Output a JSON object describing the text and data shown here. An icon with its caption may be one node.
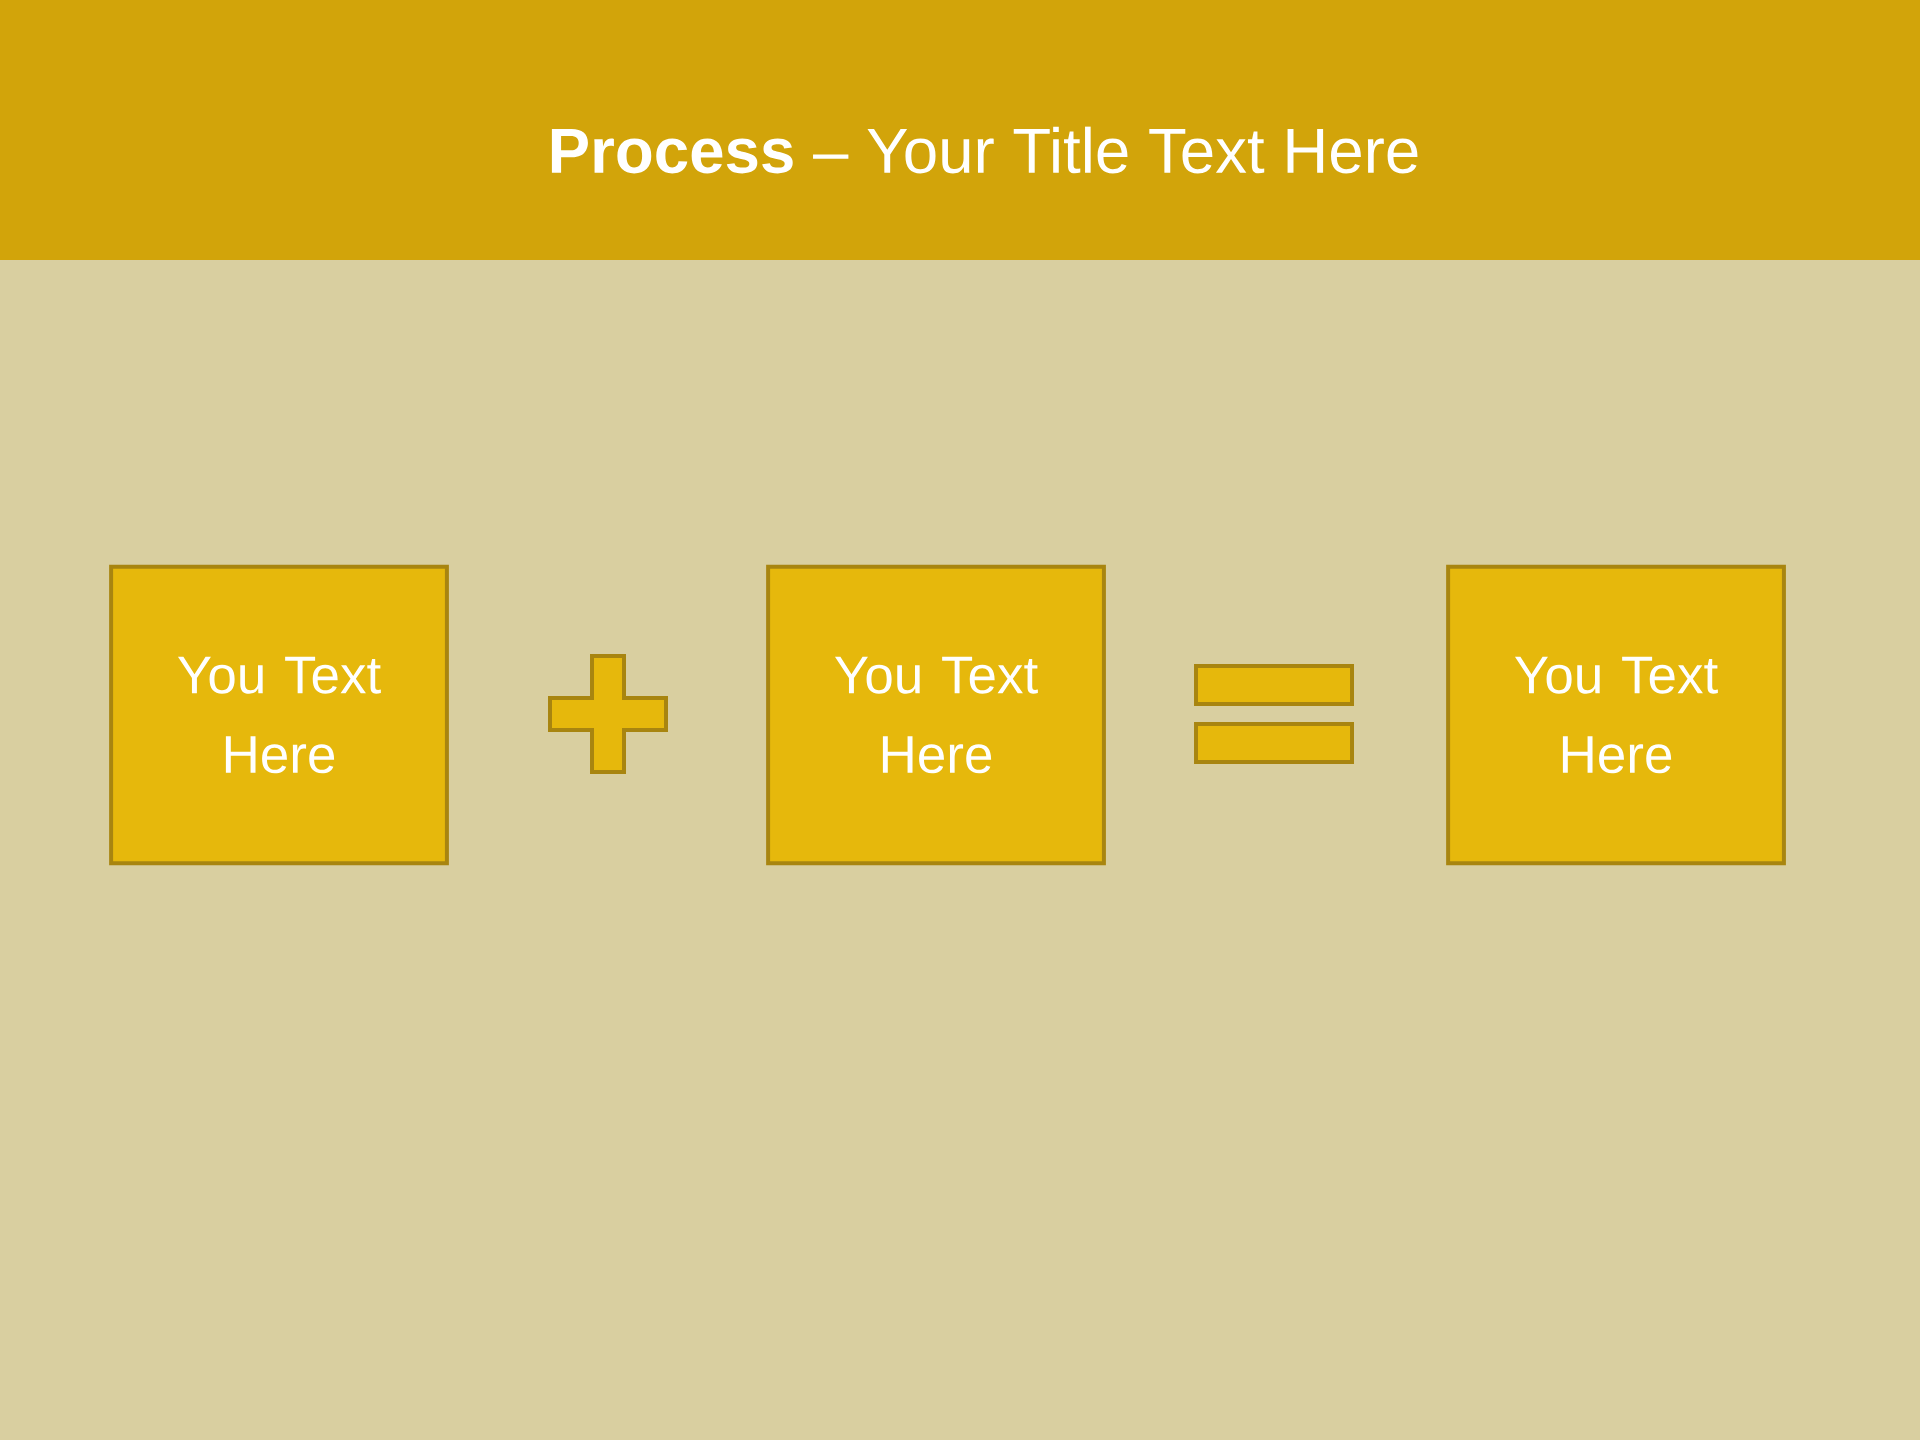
{
  "diagram": {
    "title": "**Process** – Your Title Text Here",
    "nodes": [
      {
        "text": [
          "You Text Here"
        ]
      },
      {
        "text": [
          "You Text Here"
        ]
      },
      {
        "text": [
          "You Text Here"
        ]
      }
    ]
  }
}
